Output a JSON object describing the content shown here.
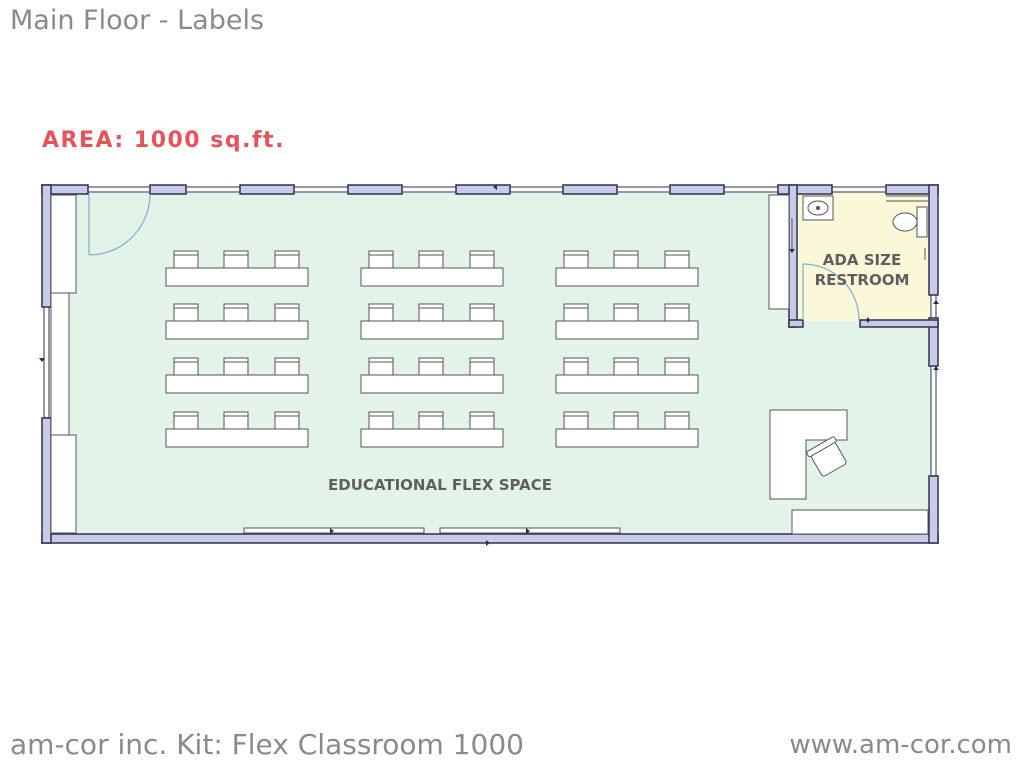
{
  "header": {
    "title": "Main Floor - Labels",
    "area": "AREA: 1000 sq.ft."
  },
  "rooms": {
    "restroom_line1": "ADA SIZE",
    "restroom_line2": "RESTROOM",
    "flex_space": "EDUCATIONAL FLEX SPACE"
  },
  "footer": {
    "kit": "am-cor inc. Kit: Flex Classroom 1000",
    "website": "www.am-cor.com"
  },
  "colors": {
    "wall_fill": "#c9cce9",
    "wall_stroke": "#2c3050",
    "floor": "#e4f3e8",
    "restroom_floor": "#fbf7d9",
    "door_swing": "#7fb0cf",
    "area_text": "#e8525a",
    "muted_text": "#8a8a8a"
  },
  "layout_counts": {
    "table_rows": 4,
    "table_groups_per_row": 3,
    "chairs_per_table": 3
  }
}
